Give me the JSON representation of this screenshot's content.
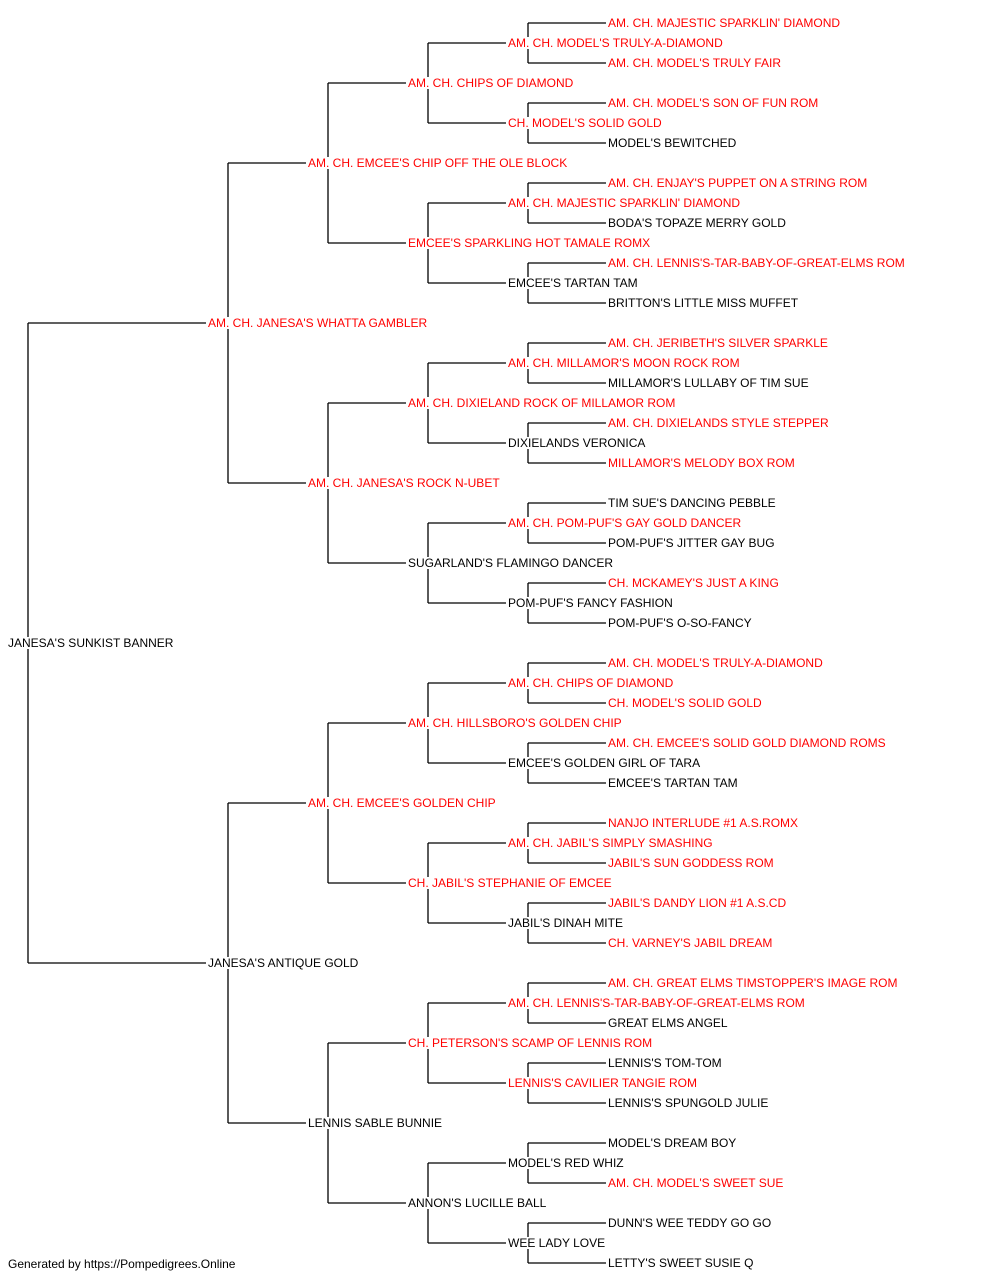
{
  "colors": {
    "champion": "#ff0000",
    "regular": "#000000",
    "line": "#000000"
  },
  "footer": "Generated by https://Pompedigrees.Online",
  "pedigree": {
    "name": "JANESA'S SUNKIST BANNER",
    "champion": false,
    "sire": {
      "name": "AM. CH. JANESA'S WHATTA GAMBLER",
      "champion": true,
      "sire": {
        "name": "AM. CH. EMCEE'S CHIP OFF THE OLE BLOCK",
        "champion": true,
        "sire": {
          "name": "AM. CH. CHIPS OF DIAMOND",
          "champion": true,
          "sire": {
            "name": "AM. CH. MODEL'S TRULY-A-DIAMOND",
            "champion": true,
            "sire": {
              "name": "AM. CH. MAJESTIC SPARKLIN' DIAMOND",
              "champion": true
            },
            "dam": {
              "name": "AM. CH. MODEL'S TRULY FAIR",
              "champion": true
            }
          },
          "dam": {
            "name": "CH. MODEL'S SOLID GOLD",
            "champion": true,
            "sire": {
              "name": "AM. CH. MODEL'S SON OF FUN ROM",
              "champion": true
            },
            "dam": {
              "name": "MODEL'S BEWITCHED",
              "champion": false
            }
          }
        },
        "dam": {
          "name": "EMCEE'S SPARKLING HOT TAMALE ROMX",
          "champion": true,
          "sire": {
            "name": "AM. CH. MAJESTIC SPARKLIN' DIAMOND",
            "champion": true,
            "sire": {
              "name": "AM. CH. ENJAY'S PUPPET ON A STRING ROM",
              "champion": true
            },
            "dam": {
              "name": "BODA'S TOPAZE MERRY GOLD",
              "champion": false
            }
          },
          "dam": {
            "name": "EMCEE'S TARTAN TAM",
            "champion": false,
            "sire": {
              "name": "AM. CH. LENNIS'S-TAR-BABY-OF-GREAT-ELMS ROM",
              "champion": true
            },
            "dam": {
              "name": "BRITTON'S LITTLE MISS MUFFET",
              "champion": false
            }
          }
        }
      },
      "dam": {
        "name": "AM. CH. JANESA'S ROCK N-UBET",
        "champion": true,
        "sire": {
          "name": "AM. CH. DIXIELAND ROCK OF MILLAMOR ROM",
          "champion": true,
          "sire": {
            "name": "AM. CH. MILLAMOR'S MOON ROCK ROM",
            "champion": true,
            "sire": {
              "name": "AM. CH. JERIBETH'S SILVER SPARKLE",
              "champion": true
            },
            "dam": {
              "name": "MILLAMOR'S LULLABY OF TIM SUE",
              "champion": false
            }
          },
          "dam": {
            "name": "DIXIELANDS VERONICA",
            "champion": false,
            "sire": {
              "name": "AM. CH. DIXIELANDS STYLE STEPPER",
              "champion": true
            },
            "dam": {
              "name": "MILLAMOR'S MELODY BOX ROM",
              "champion": true
            }
          }
        },
        "dam": {
          "name": "SUGARLAND'S FLAMINGO DANCER",
          "champion": false,
          "sire": {
            "name": "AM. CH. POM-PUF'S GAY GOLD DANCER",
            "champion": true,
            "sire": {
              "name": "TIM SUE'S DANCING PEBBLE",
              "champion": false
            },
            "dam": {
              "name": "POM-PUF'S JITTER GAY BUG",
              "champion": false
            }
          },
          "dam": {
            "name": "POM-PUF'S FANCY FASHION",
            "champion": false,
            "sire": {
              "name": "CH. MCKAMEY'S JUST A KING",
              "champion": true
            },
            "dam": {
              "name": "POM-PUF'S O-SO-FANCY",
              "champion": false
            }
          }
        }
      }
    },
    "dam": {
      "name": "JANESA'S ANTIQUE GOLD",
      "champion": false,
      "sire": {
        "name": "AM. CH. EMCEE'S GOLDEN CHIP",
        "champion": true,
        "sire": {
          "name": "AM. CH. HILLSBORO'S GOLDEN CHIP",
          "champion": true,
          "sire": {
            "name": "AM. CH. CHIPS OF DIAMOND",
            "champion": true,
            "sire": {
              "name": "AM. CH. MODEL'S TRULY-A-DIAMOND",
              "champion": true
            },
            "dam": {
              "name": "CH. MODEL'S SOLID GOLD",
              "champion": true
            }
          },
          "dam": {
            "name": "EMCEE'S GOLDEN GIRL OF TARA",
            "champion": false,
            "sire": {
              "name": "AM. CH. EMCEE'S SOLID GOLD DIAMOND ROMS",
              "champion": true
            },
            "dam": {
              "name": "EMCEE'S TARTAN TAM",
              "champion": false
            }
          }
        },
        "dam": {
          "name": "CH. JABIL'S STEPHANIE OF EMCEE",
          "champion": true,
          "sire": {
            "name": "AM. CH. JABIL'S SIMPLY SMASHING",
            "champion": true,
            "sire": {
              "name": "NANJO INTERLUDE #1 A.S.ROMX",
              "champion": true
            },
            "dam": {
              "name": "JABIL'S SUN GODDESS ROM",
              "champion": true
            }
          },
          "dam": {
            "name": "JABIL'S DINAH MITE",
            "champion": false,
            "sire": {
              "name": "JABIL'S DANDY LION #1 A.S.CD",
              "champion": true
            },
            "dam": {
              "name": "CH. VARNEY'S JABIL DREAM",
              "champion": true
            }
          }
        }
      },
      "dam": {
        "name": "LENNIS SABLE BUNNIE",
        "champion": false,
        "sire": {
          "name": "CH. PETERSON'S SCAMP OF LENNIS ROM",
          "champion": true,
          "sire": {
            "name": "AM. CH. LENNIS'S-TAR-BABY-OF-GREAT-ELMS ROM",
            "champion": true,
            "sire": {
              "name": "AM. CH. GREAT ELMS TIMSTOPPER'S IMAGE ROM",
              "champion": true
            },
            "dam": {
              "name": "GREAT ELMS ANGEL",
              "champion": false
            }
          },
          "dam": {
            "name": "LENNIS'S CAVILIER TANGIE ROM",
            "champion": true,
            "sire": {
              "name": "LENNIS'S TOM-TOM",
              "champion": false
            },
            "dam": {
              "name": "LENNIS'S SPUNGOLD JULIE",
              "champion": false
            }
          }
        },
        "dam": {
          "name": "ANNON'S LUCILLE BALL",
          "champion": false,
          "sire": {
            "name": "MODEL'S RED WHIZ",
            "champion": false,
            "sire": {
              "name": "MODEL'S DREAM BOY",
              "champion": false
            },
            "dam": {
              "name": "AM. CH. MODEL'S SWEET SUE",
              "champion": true
            }
          },
          "dam": {
            "name": "WEE LADY LOVE",
            "champion": false,
            "sire": {
              "name": "DUNN'S WEE TEDDY GO GO",
              "champion": false
            },
            "dam": {
              "name": "LETTY'S SWEET SUSIE Q",
              "champion": false
            }
          }
        }
      }
    }
  }
}
